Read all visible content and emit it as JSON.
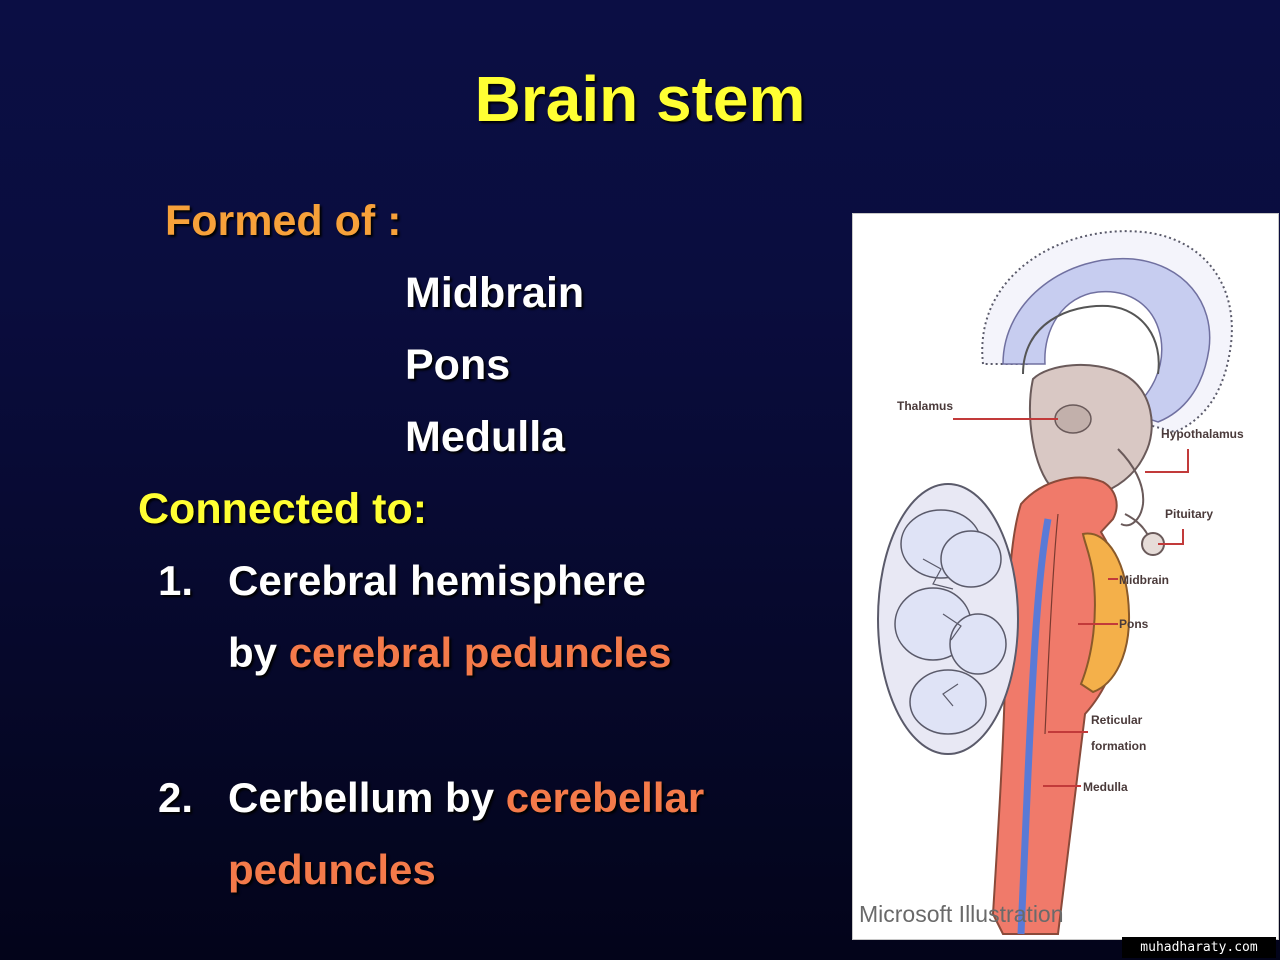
{
  "slide": {
    "title": "Brain stem",
    "formed_of": {
      "label": "Formed of :",
      "items": [
        "Midbrain",
        "Pons",
        "Medulla"
      ]
    },
    "connected_to": {
      "label": "Connected to:",
      "items": [
        {
          "number": "1.",
          "line1": "Cerebral hemisphere",
          "line2_prefix": "by ",
          "line2_highlight": "cerebral peduncles"
        },
        {
          "number": "2.",
          "line1_prefix": "Cerbellum by ",
          "line1_highlight": "cerebellar",
          "line2_highlight": "peduncles"
        }
      ]
    }
  },
  "figure": {
    "labels": {
      "thalamus": "Thalamus",
      "hypothalamus": "Hypothalamus",
      "pituitary": "Pituitary",
      "midbrain": "Midbrain",
      "pons": "Pons",
      "reticular_line1": "Reticular",
      "reticular_line2": "formation",
      "medulla": "Medulla"
    },
    "credit": "Microsoft Illustration"
  },
  "watermark": "muhadharaty.com",
  "colors": {
    "background": "#0a0d3e",
    "title": "#ffff33",
    "heading_orange": "#f7a13a",
    "body_white": "#ffffff",
    "highlight": "#f47a4a"
  }
}
